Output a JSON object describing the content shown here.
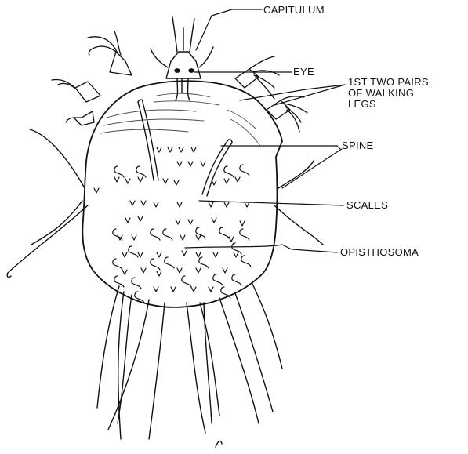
{
  "figure": {
    "labels": {
      "capitulum": "CAPITULUM",
      "eye": "EYE",
      "legs_line1": "1ST TWO PAIRS",
      "legs_line2": "OF WALKING",
      "legs_line3": "LEGS",
      "spine": "SPINE",
      "scales": "SCALES",
      "opisthosoma": "OPISTHOSOMA"
    },
    "colors": {
      "ink": "#111111",
      "paper": "#ffffff"
    }
  }
}
